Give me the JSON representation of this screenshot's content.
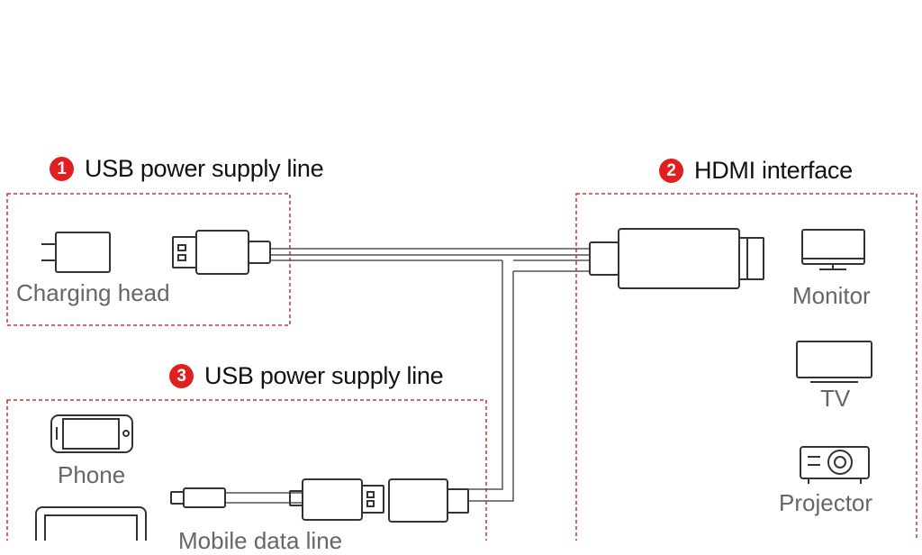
{
  "sections": {
    "usb_power_top": {
      "number": "1",
      "title": "USB power supply line",
      "label": "Charging head"
    },
    "hdmi": {
      "number": "2",
      "title": "HDMI interface"
    },
    "usb_power_bottom": {
      "number": "3",
      "title": "USB power supply line"
    }
  },
  "devices": {
    "monitor": "Monitor",
    "tv": "TV",
    "projector": "Projector",
    "phone": "Phone",
    "mobile_data_line": "Mobile data line"
  },
  "colors": {
    "badge": "#e02020",
    "dashed_border": "#d03030",
    "label_gray": "#666666",
    "stroke": "#333333"
  },
  "icons": [
    "charger-icon",
    "usb-a-plug-icon",
    "hdmi-plug-icon",
    "monitor-icon",
    "tv-icon",
    "projector-icon",
    "phone-icon",
    "tablet-icon",
    "micro-usb-plug-icon",
    "usb-a-socket-icon"
  ]
}
